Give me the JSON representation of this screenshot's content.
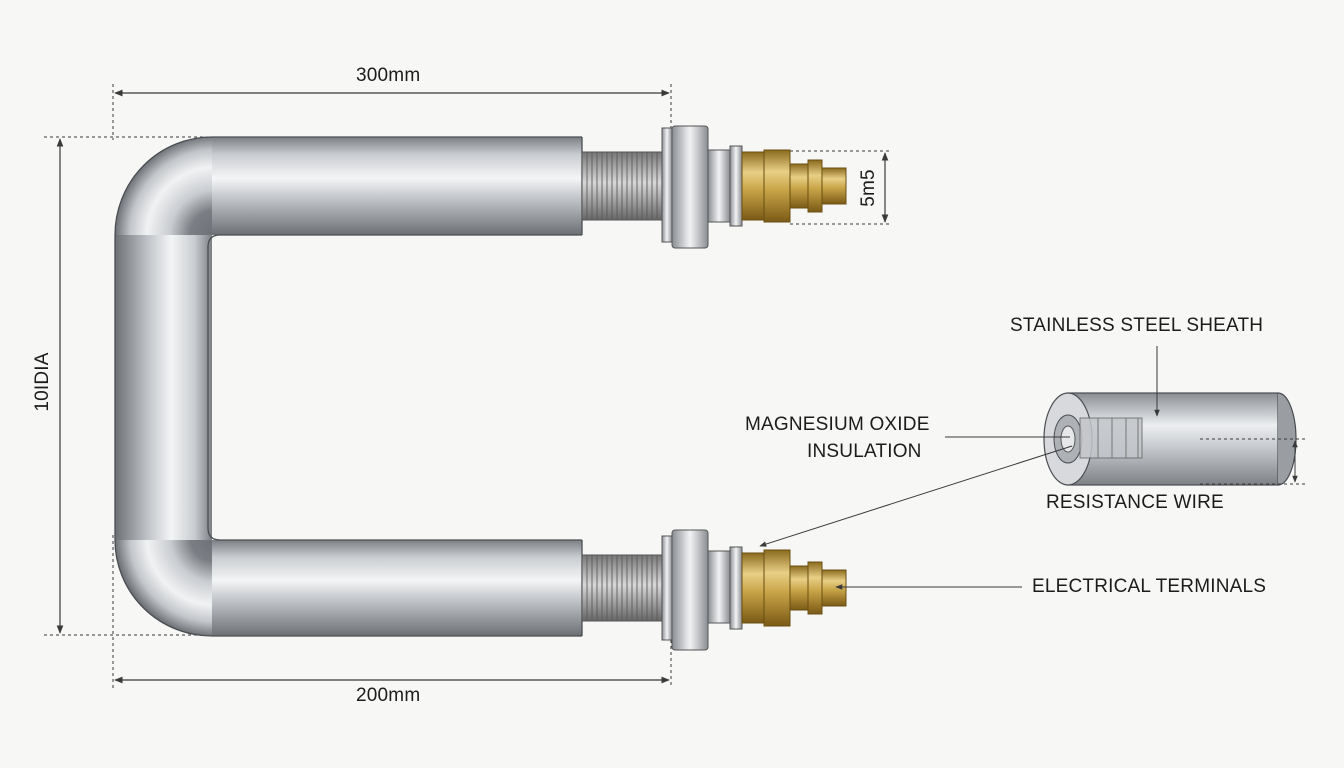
{
  "dimensions": {
    "top_length": "300mm",
    "bottom_length": "200mm",
    "diameter": "10IDIA",
    "thread": "5m5"
  },
  "labels": {
    "sheath": "STAINLESS STEEL SHEATH",
    "insulation_line1": "MAGNESIUM OXIDE",
    "insulation_line2": "INSULATION",
    "wire": "RESISTANCE WIRE",
    "terminals": "ELECTRICAL TERMINALS"
  },
  "colors": {
    "steel": "#b9bcc0",
    "brass": "#c9a548",
    "line": "#3a3a3a"
  },
  "icons": {
    "terminal": "brass-terminal-icon"
  }
}
